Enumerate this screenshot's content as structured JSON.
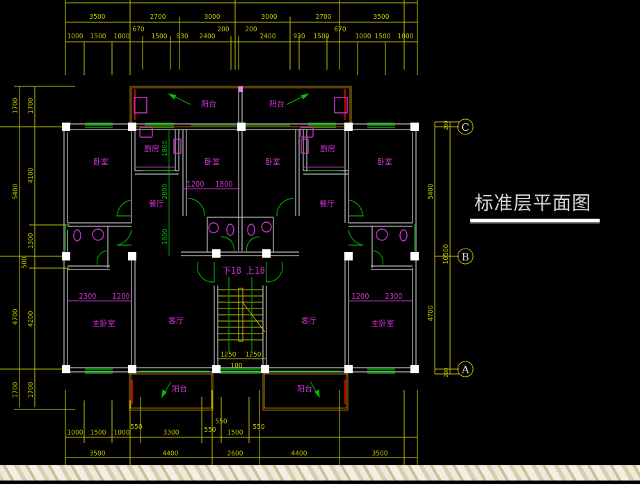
{
  "drawing": {
    "title": "标准层平面图",
    "colors": {
      "background": "#000000",
      "dimension": "#c8c800",
      "wall": "#c0c0c0",
      "column": "#ffffff",
      "window": "#00c000",
      "room_label": "#cc33cc",
      "door_arc": "#00b000",
      "railing": "#cc0000",
      "balcony_outline": "#b08000"
    },
    "top_dims": {
      "row1": [
        "3500",
        "2700",
        "3000",
        "3000",
        "2700",
        "3500"
      ],
      "row2": [
        "1000",
        "1500",
        "1000",
        "670",
        "1500",
        "930",
        "2400",
        "200",
        "200",
        "2400",
        "930",
        "1500",
        "670",
        "1000",
        "1500",
        "1000"
      ]
    },
    "bottom_dims": {
      "row1": [
        "1000",
        "1500",
        "1000",
        "550",
        "3300",
        "550",
        "550",
        "1500",
        "550"
      ],
      "row2": [
        "3500",
        "4400",
        "2600",
        "4400",
        "3500"
      ]
    },
    "left_dims": {
      "outer": [
        "1700",
        "5400",
        "500",
        "4700",
        "1700"
      ],
      "inner": [
        "1700",
        "4100",
        "1300",
        "4200",
        "1700"
      ]
    },
    "right_dims": {
      "outer": [
        "200",
        "5400",
        "10500",
        "4700",
        "200"
      ],
      "axes": [
        "C",
        "B",
        "A"
      ]
    },
    "interior_dims": {
      "kitchen_v": "1800",
      "dining_v1": "2000",
      "dining_v2": "1600",
      "hall_w1": "1200",
      "hall_w2": "1800",
      "master_left_1": "2300",
      "master_left_2": "1200",
      "master_right_1": "1200",
      "master_right_2": "2300",
      "stair_1": "1250",
      "stair_2": "1250",
      "stair_gap": "100"
    },
    "rooms": {
      "balcony": "阳台",
      "kitchen": "厨房",
      "bedroom": "卧室",
      "dining": "餐厅",
      "living": "客厅",
      "master_bedroom": "主卧室",
      "stair_down": "下18",
      "stair_up": "上18"
    }
  }
}
